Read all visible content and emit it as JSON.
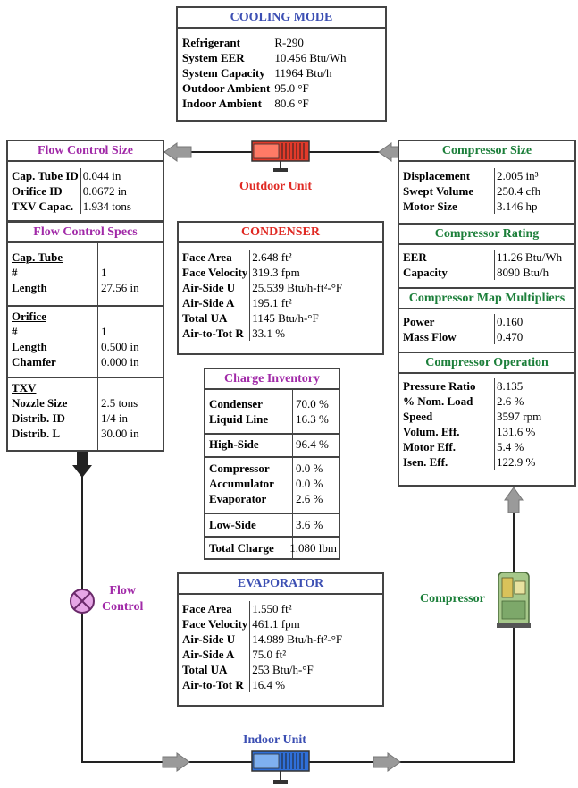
{
  "cooling_mode": {
    "title": "COOLING MODE",
    "rows": [
      [
        "Refrigerant",
        "R-290"
      ],
      [
        "System EER",
        "10.456 Btu/Wh"
      ],
      [
        "System Capacity",
        "11964 Btu/h"
      ],
      [
        "Outdoor Ambient",
        "95.0 °F"
      ],
      [
        "Indoor Ambient",
        "80.6 °F"
      ]
    ]
  },
  "flow_control_size": {
    "title": "Flow Control Size",
    "rows": [
      [
        "Cap. Tube ID",
        "0.044 in"
      ],
      [
        "Orifice ID",
        "0.0672 in"
      ],
      [
        "TXV Capac.",
        "1.934 tons"
      ]
    ]
  },
  "flow_control_specs": {
    "title": "Flow Control Specs",
    "cap_tube": {
      "heading": "Cap. Tube",
      "rows": [
        [
          "#",
          "1"
        ],
        [
          "Length",
          "27.56 in"
        ]
      ]
    },
    "orifice": {
      "heading": "Orifice",
      "rows": [
        [
          "#",
          "1"
        ],
        [
          "Length",
          "0.500 in"
        ],
        [
          "Chamfer",
          "0.000 in"
        ]
      ]
    },
    "txv": {
      "heading": "TXV",
      "rows": [
        [
          "Nozzle Size",
          "2.5 tons"
        ],
        [
          "Distrib. ID",
          "1/4 in"
        ],
        [
          "Distrib. L",
          "30.00 in"
        ]
      ]
    }
  },
  "condenser": {
    "title": "CONDENSER",
    "rows": [
      [
        "Face Area",
        "2.648 ft²"
      ],
      [
        "Face Velocity",
        "319.3 fpm"
      ],
      [
        "Air-Side U",
        "25.539 Btu/h-ft²-°F"
      ],
      [
        "Air-Side A",
        "195.1 ft²"
      ],
      [
        "Total UA",
        "1145 Btu/h-°F"
      ],
      [
        "Air-to-Tot R",
        "33.1 %"
      ]
    ]
  },
  "charge_inventory": {
    "title": "Charge Inventory",
    "group1": [
      [
        "Condenser",
        "70.0 %"
      ],
      [
        "Liquid Line",
        "16.3 %"
      ]
    ],
    "high_side": [
      "High-Side",
      "96.4 %"
    ],
    "group2": [
      [
        "Compressor",
        "0.0 %"
      ],
      [
        "Accumulator",
        "0.0 %"
      ],
      [
        "Evaporator",
        "2.6 %"
      ]
    ],
    "low_side": [
      "Low-Side",
      "3.6 %"
    ],
    "total": [
      "Total Charge",
      "1.080 lbm"
    ]
  },
  "evaporator": {
    "title": "EVAPORATOR",
    "rows": [
      [
        "Face Area",
        "1.550 ft²"
      ],
      [
        "Face Velocity",
        "461.1 fpm"
      ],
      [
        "Air-Side U",
        "14.989 Btu/h-ft²-°F"
      ],
      [
        "Air-Side A",
        "75.0 ft²"
      ],
      [
        "Total UA",
        "253 Btu/h-°F"
      ],
      [
        "Air-to-Tot R",
        "16.4 %"
      ]
    ]
  },
  "compressor_size": {
    "title": "Compressor Size",
    "rows": [
      [
        "Displacement",
        "2.005 in³"
      ],
      [
        "Swept Volume",
        "250.4 cfh"
      ],
      [
        "Motor Size",
        "3.146 hp"
      ]
    ]
  },
  "compressor_rating": {
    "title": "Compressor Rating",
    "rows": [
      [
        "EER",
        "11.26 Btu/Wh"
      ],
      [
        "Capacity",
        "8090 Btu/h"
      ]
    ]
  },
  "compressor_map": {
    "title": "Compressor Map Multipliers",
    "rows": [
      [
        "Power",
        "0.160"
      ],
      [
        "Mass Flow",
        "0.470"
      ]
    ]
  },
  "compressor_operation": {
    "title": "Compressor Operation",
    "rows": [
      [
        "Pressure Ratio",
        "8.135"
      ],
      [
        "% Nom. Load",
        "2.6 %"
      ],
      [
        "Speed",
        "3597 rpm"
      ],
      [
        "Volum. Eff.",
        "131.6 %"
      ],
      [
        "Motor Eff.",
        "5.4 %"
      ],
      [
        "Isen. Eff.",
        "122.9 %"
      ]
    ]
  },
  "labels": {
    "outdoor_unit": "Outdoor Unit",
    "indoor_unit": "Indoor Unit",
    "flow_control": "Flow\nControl",
    "compressor": "Compressor"
  },
  "colors": {
    "blue": "#3c4fb3",
    "red": "#e02a24",
    "purple": "#a12aa8",
    "green": "#1c7f3a"
  }
}
